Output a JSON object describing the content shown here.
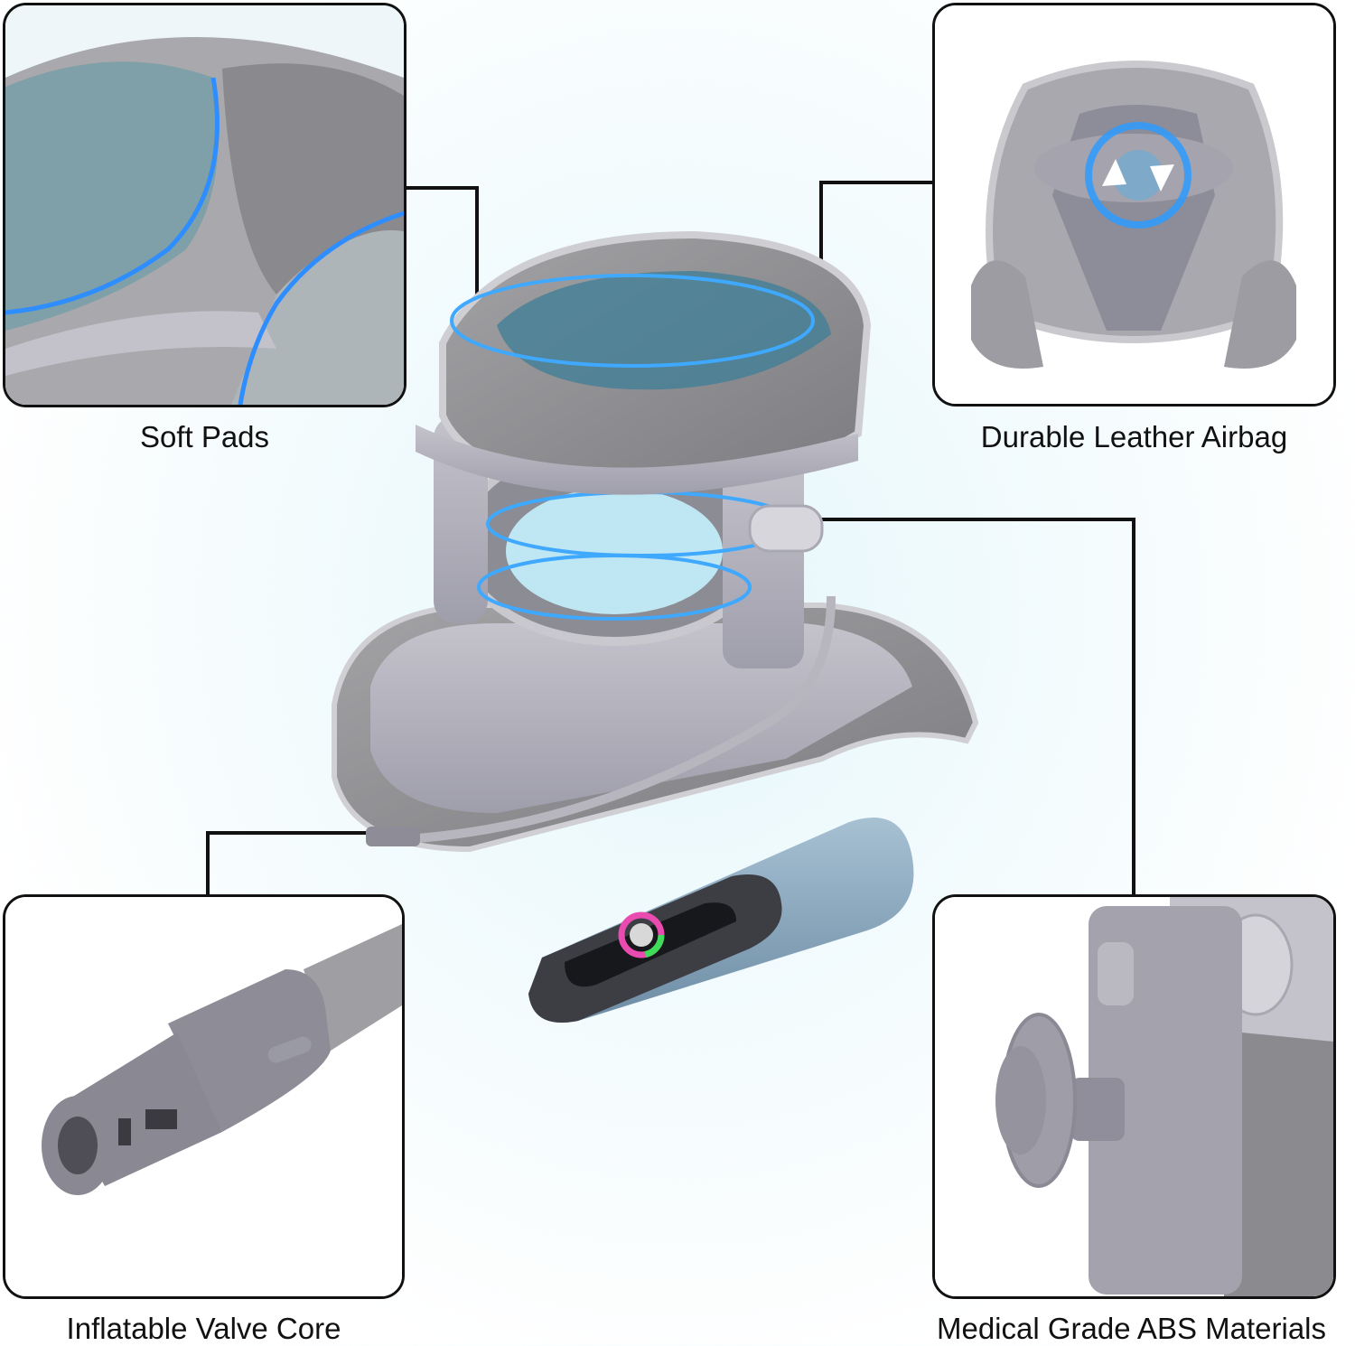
{
  "features": [
    {
      "id": "soft-pads",
      "caption": "Soft Pads"
    },
    {
      "id": "airbag",
      "caption": "Durable Leather Airbag"
    },
    {
      "id": "valve",
      "caption": "Inflatable Valve Core"
    },
    {
      "id": "abs",
      "caption": "Medical Grade ABS Materials"
    }
  ],
  "colors": {
    "frame": "#111111",
    "plastic": "#a9a8b3",
    "fabric": "#8e8e92",
    "glow": "#2f9bff",
    "pump": "#7d9cb3",
    "background": "#eef9fc"
  }
}
